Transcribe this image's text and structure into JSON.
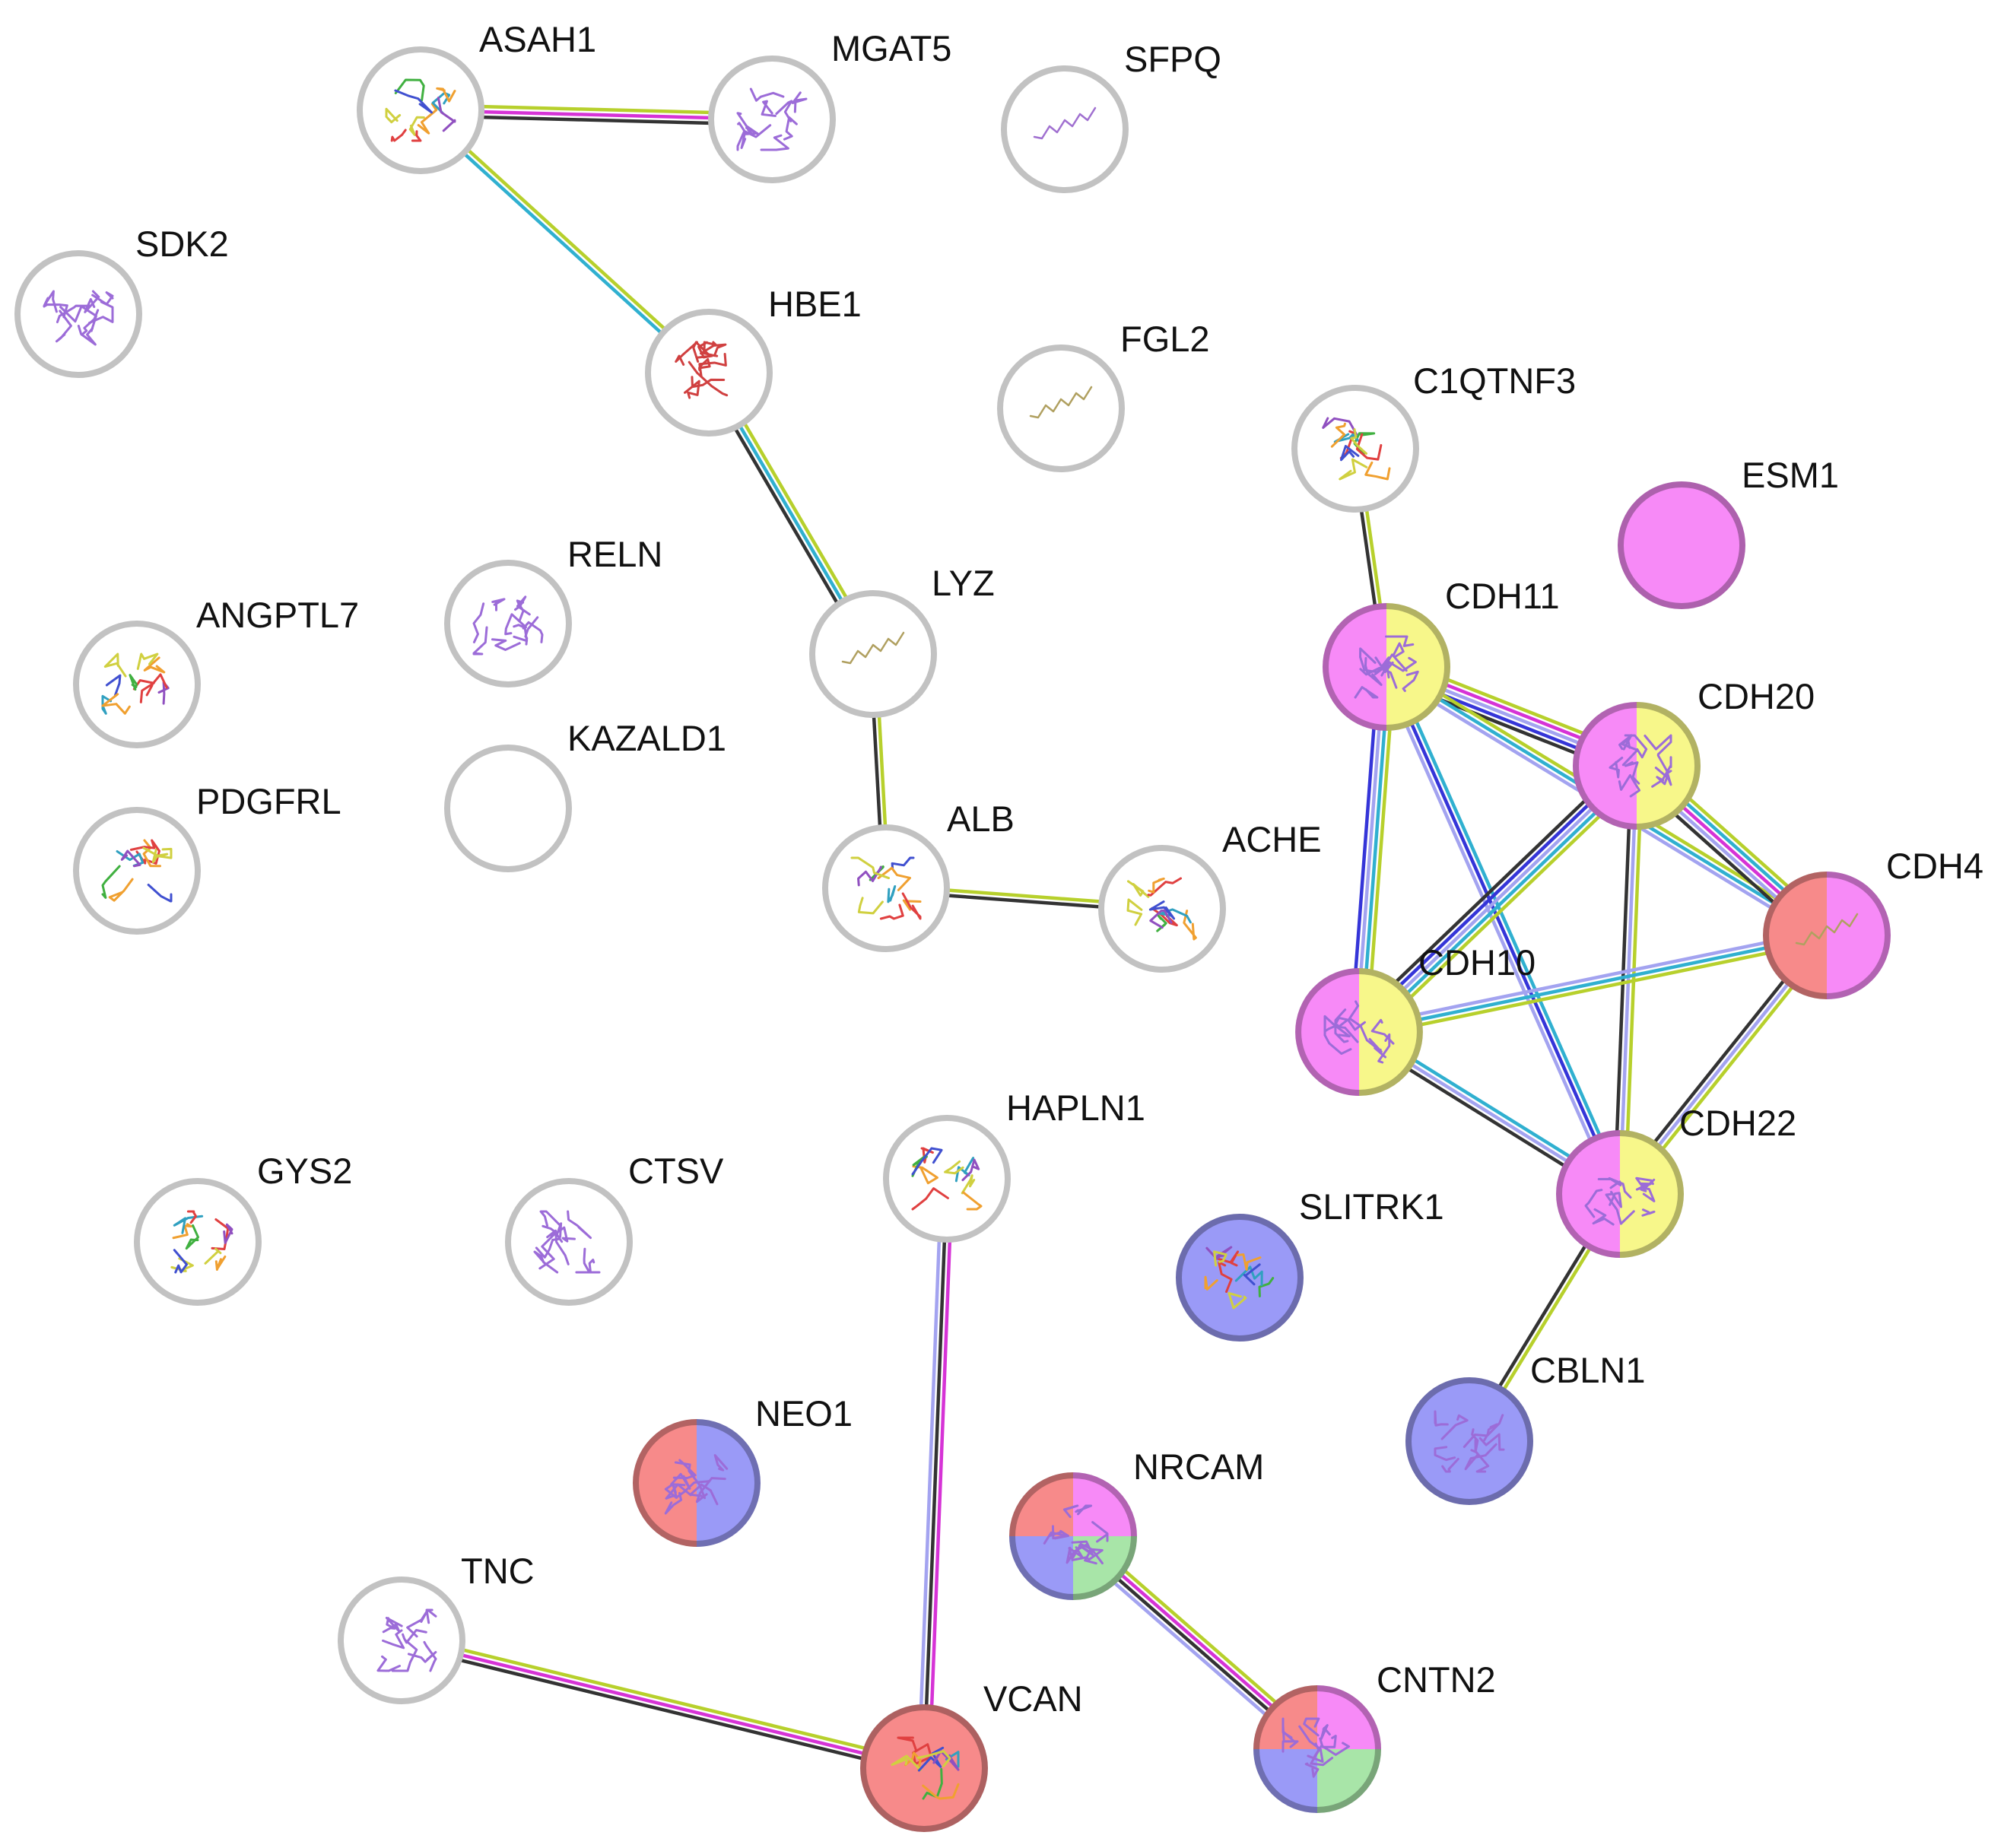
{
  "colors": {
    "default_ring": "#c2c2c2",
    "red": "#f78a8a",
    "blue": "#9a9af7",
    "magenta": "#f78af7",
    "yellow": "#f7f78a",
    "green": "#a8e5a8",
    "edge_black": "#333333",
    "edge_yellowgreen": "#b7d02c",
    "edge_magenta": "#d633d6",
    "edge_cyan": "#30b0d0",
    "edge_blue": "#3535d8",
    "edge_lavender": "#a3a3f0"
  },
  "nodes": [
    {
      "id": "ASAH1",
      "label": "ASAH1",
      "colors": [],
      "icon": "protein-structure-rainbow"
    },
    {
      "id": "MGAT5",
      "label": "MGAT5",
      "colors": [],
      "icon": "protein-structure-purple"
    },
    {
      "id": "SFPQ",
      "label": "SFPQ",
      "colors": [],
      "icon": "protein-structure-purple-thin"
    },
    {
      "id": "SDK2",
      "label": "SDK2",
      "colors": [],
      "icon": "protein-structure-purple"
    },
    {
      "id": "HBE1",
      "label": "HBE1",
      "colors": [],
      "icon": "protein-structure-red"
    },
    {
      "id": "FGL2",
      "label": "FGL2",
      "colors": [],
      "icon": "protein-structure-thin"
    },
    {
      "id": "C1QTNF3",
      "label": "C1QTNF3",
      "colors": [],
      "icon": "protein-structure-rainbow"
    },
    {
      "id": "ESM1",
      "label": "ESM1",
      "colors": [
        "magenta"
      ],
      "icon": "none"
    },
    {
      "id": "RELN",
      "label": "RELN",
      "colors": [],
      "icon": "protein-structure-purple"
    },
    {
      "id": "LYZ",
      "label": "LYZ",
      "colors": [],
      "icon": "protein-structure-thin"
    },
    {
      "id": "ANGPTL7",
      "label": "ANGPTL7",
      "colors": [],
      "icon": "protein-structure-rainbow"
    },
    {
      "id": "CDH11",
      "label": "CDH11",
      "colors": [
        "magenta",
        "yellow"
      ],
      "icon": "protein-structure-purple"
    },
    {
      "id": "CDH20",
      "label": "CDH20",
      "colors": [
        "magenta",
        "yellow"
      ],
      "icon": "protein-structure-purple"
    },
    {
      "id": "KAZALD1",
      "label": "KAZALD1",
      "colors": [],
      "icon": "none"
    },
    {
      "id": "PDGFRL",
      "label": "PDGFRL",
      "colors": [],
      "icon": "protein-structure-rainbow"
    },
    {
      "id": "ALB",
      "label": "ALB",
      "colors": [],
      "icon": "protein-structure-rainbow"
    },
    {
      "id": "ACHE",
      "label": "ACHE",
      "colors": [],
      "icon": "protein-structure-rainbow"
    },
    {
      "id": "CDH4",
      "label": "CDH4",
      "colors": [
        "red",
        "magenta"
      ],
      "icon": "protein-structure-thin"
    },
    {
      "id": "CDH10",
      "label": "CDH10",
      "colors": [
        "magenta",
        "yellow"
      ],
      "icon": "protein-structure-purple"
    },
    {
      "id": "HAPLN1",
      "label": "HAPLN1",
      "colors": [],
      "icon": "protein-structure-rainbow"
    },
    {
      "id": "CDH22",
      "label": "CDH22",
      "colors": [
        "magenta",
        "yellow"
      ],
      "icon": "protein-structure-purple"
    },
    {
      "id": "GYS2",
      "label": "GYS2",
      "colors": [],
      "icon": "protein-structure-rainbow"
    },
    {
      "id": "CTSV",
      "label": "CTSV",
      "colors": [],
      "icon": "protein-structure-purple"
    },
    {
      "id": "SLITRK1",
      "label": "SLITRK1",
      "colors": [
        "blue"
      ],
      "icon": "protein-structure-rainbow"
    },
    {
      "id": "CBLN1",
      "label": "CBLN1",
      "colors": [
        "blue"
      ],
      "icon": "protein-structure-purple"
    },
    {
      "id": "NEO1",
      "label": "NEO1",
      "colors": [
        "red",
        "blue"
      ],
      "icon": "protein-structure-purple"
    },
    {
      "id": "NRCAM",
      "label": "NRCAM",
      "colors": [
        "red",
        "magenta",
        "green",
        "blue"
      ],
      "icon": "protein-structure-purple"
    },
    {
      "id": "TNC",
      "label": "TNC",
      "colors": [],
      "icon": "protein-structure-purple"
    },
    {
      "id": "VCAN",
      "label": "VCAN",
      "colors": [
        "red"
      ],
      "icon": "protein-structure-rainbow"
    },
    {
      "id": "CNTN2",
      "label": "CNTN2",
      "colors": [
        "red",
        "magenta",
        "green",
        "blue"
      ],
      "icon": "protein-structure-purple"
    }
  ],
  "edges": [
    {
      "source": "ASAH1",
      "target": "MGAT5",
      "evidence": [
        "yellowgreen",
        "magenta",
        "black"
      ]
    },
    {
      "source": "ASAH1",
      "target": "HBE1",
      "evidence": [
        "yellowgreen",
        "cyan"
      ]
    },
    {
      "source": "HBE1",
      "target": "LYZ",
      "evidence": [
        "yellowgreen",
        "cyan",
        "black"
      ]
    },
    {
      "source": "LYZ",
      "target": "ALB",
      "evidence": [
        "yellowgreen",
        "black"
      ]
    },
    {
      "source": "ALB",
      "target": "ACHE",
      "evidence": [
        "yellowgreen",
        "black"
      ]
    },
    {
      "source": "C1QTNF3",
      "target": "CDH11",
      "evidence": [
        "yellowgreen",
        "black"
      ]
    },
    {
      "source": "CDH11",
      "target": "CDH20",
      "evidence": [
        "yellowgreen",
        "magenta",
        "lavender",
        "blue",
        "black"
      ]
    },
    {
      "source": "CDH11",
      "target": "CDH4",
      "evidence": [
        "yellowgreen",
        "cyan",
        "lavender"
      ]
    },
    {
      "source": "CDH11",
      "target": "CDH10",
      "evidence": [
        "yellowgreen",
        "cyan",
        "lavender",
        "blue"
      ]
    },
    {
      "source": "CDH11",
      "target": "CDH22",
      "evidence": [
        "cyan",
        "blue",
        "lavender"
      ]
    },
    {
      "source": "CDH20",
      "target": "CDH4",
      "evidence": [
        "yellowgreen",
        "cyan",
        "magenta",
        "lavender",
        "black"
      ]
    },
    {
      "source": "CDH20",
      "target": "CDH10",
      "evidence": [
        "yellowgreen",
        "cyan",
        "lavender",
        "blue",
        "black"
      ]
    },
    {
      "source": "CDH20",
      "target": "CDH22",
      "evidence": [
        "yellowgreen",
        "lavender",
        "black"
      ]
    },
    {
      "source": "CDH4",
      "target": "CDH10",
      "evidence": [
        "yellowgreen",
        "cyan",
        "lavender"
      ]
    },
    {
      "source": "CDH4",
      "target": "CDH22",
      "evidence": [
        "yellowgreen",
        "lavender",
        "black"
      ]
    },
    {
      "source": "CDH10",
      "target": "CDH22",
      "evidence": [
        "cyan",
        "lavender",
        "black"
      ]
    },
    {
      "source": "CDH22",
      "target": "CBLN1",
      "evidence": [
        "yellowgreen",
        "black"
      ]
    },
    {
      "source": "HAPLN1",
      "target": "VCAN",
      "evidence": [
        "magenta",
        "black",
        "lavender"
      ]
    },
    {
      "source": "TNC",
      "target": "VCAN",
      "evidence": [
        "yellowgreen",
        "magenta",
        "black"
      ]
    },
    {
      "source": "NRCAM",
      "target": "CNTN2",
      "evidence": [
        "yellowgreen",
        "magenta",
        "black",
        "lavender"
      ]
    }
  ]
}
